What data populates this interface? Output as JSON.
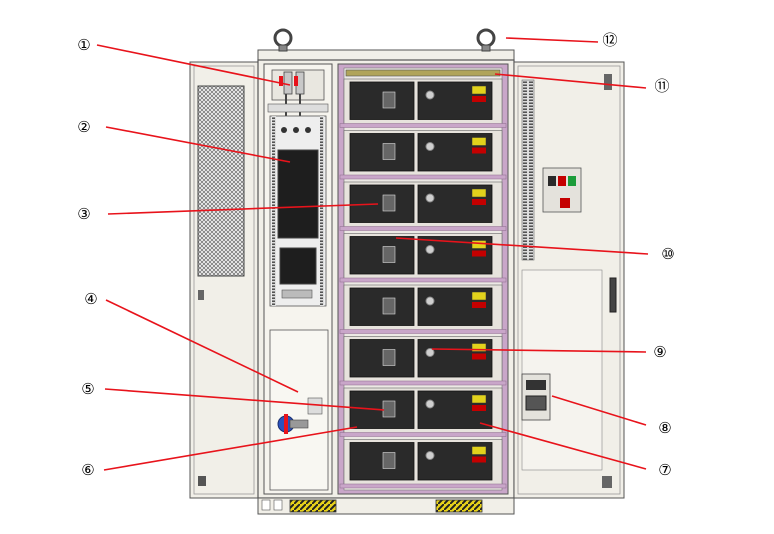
{
  "diagram": {
    "callouts": [
      {
        "id": "c1",
        "label": "①"
      },
      {
        "id": "c2",
        "label": "②"
      },
      {
        "id": "c3",
        "label": "③"
      },
      {
        "id": "c4",
        "label": "④"
      },
      {
        "id": "c5",
        "label": "⑤"
      },
      {
        "id": "c6",
        "label": "⑥"
      },
      {
        "id": "c7",
        "label": "⑦"
      },
      {
        "id": "c8",
        "label": "⑧"
      },
      {
        "id": "c9",
        "label": "⑨"
      },
      {
        "id": "c10",
        "label": "⑩"
      },
      {
        "id": "c11",
        "label": "⑪"
      },
      {
        "id": "c12",
        "label": "⑫"
      }
    ],
    "module_count": 8,
    "colors": {
      "leader_line": "#e8131b",
      "cabinet_frame": "#f1efe8",
      "cabinet_edge": "#555555",
      "module_body": "#2a2a2a",
      "rack_rail": "#c9a6c9",
      "warning_label": "#e2d21c",
      "breaker_knob": "#2a52be"
    }
  }
}
